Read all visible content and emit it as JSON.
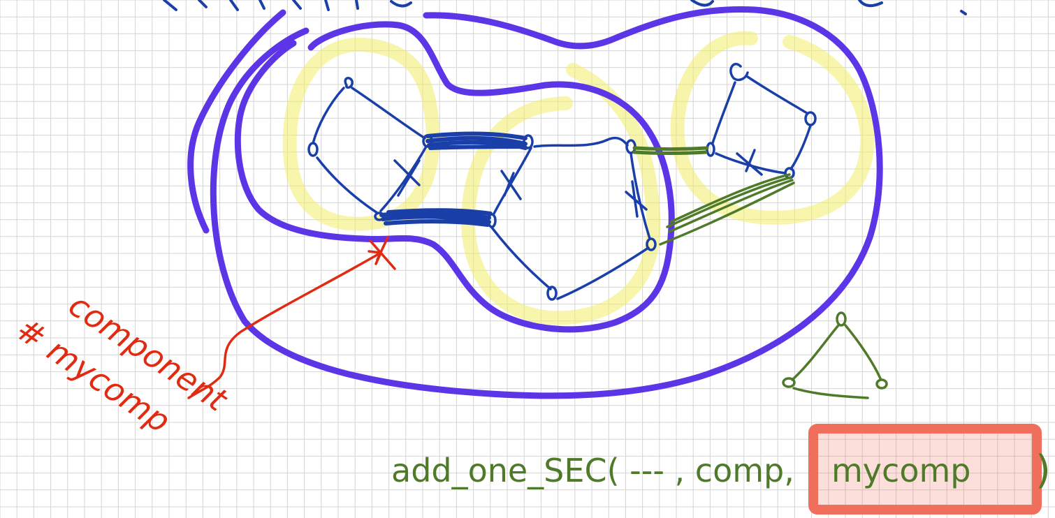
{
  "colors": {
    "grid": "#d4d4d4",
    "purple": "#5b35e6",
    "yellow": "#f2ec6a",
    "blue": "#1a3fa8",
    "green": "#4f7a2a",
    "red": "#e12a12",
    "salmon": "#f06e5c"
  },
  "annotation": {
    "line1": "component",
    "line2": "# mycomp"
  },
  "code": {
    "prefix": "add_one_SEC( --- , comp,",
    "highlight": "mycomp",
    "suffix": ")"
  },
  "top_fragment": "Λ/ΥΛ ΥΥ ΥΥΛΥ"
}
